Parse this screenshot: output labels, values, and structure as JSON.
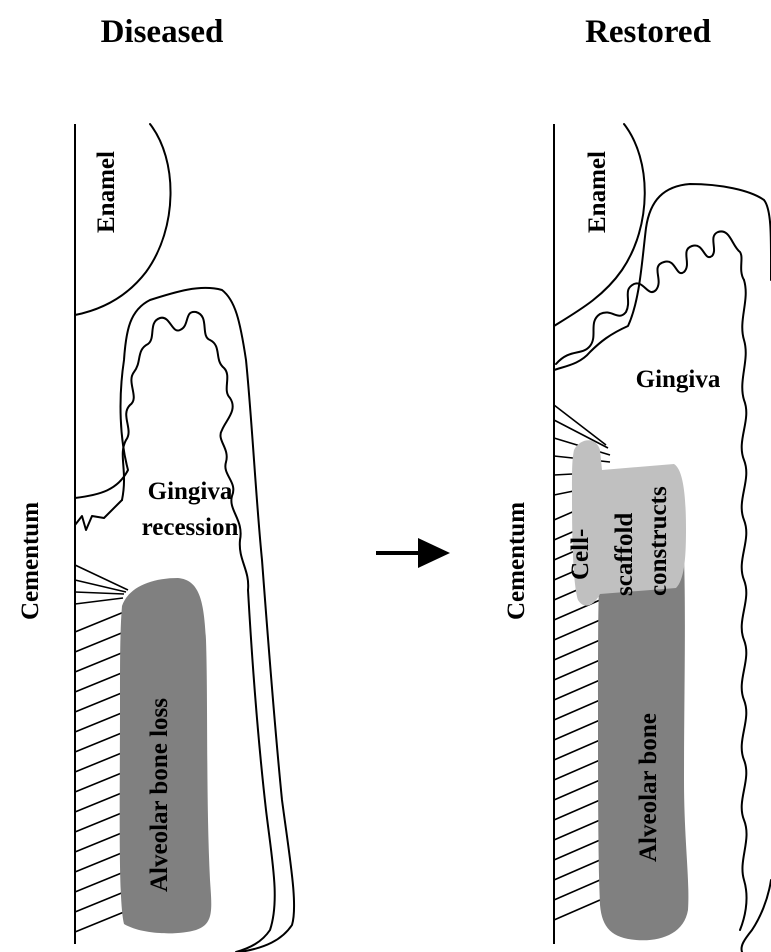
{
  "panels": {
    "left": {
      "title": "Diseased",
      "labels": {
        "enamel": "Enamel",
        "cementum": "Cementum",
        "gingiva": "Gingiva",
        "recession": "recession",
        "bone": "Alveolar bone loss"
      }
    },
    "right": {
      "title": "Restored",
      "labels": {
        "enamel": "Enamel",
        "cementum": "Cementum",
        "gingiva": "Gingiva",
        "construct_1": "Cell-",
        "construct_2": "scaffold",
        "construct_3": "constructs",
        "bone": "Alveolar bone"
      }
    }
  },
  "colors": {
    "bone": "#808080",
    "construct": "#c0c0c0",
    "line": "#000000",
    "background": "#ffffff"
  },
  "arrow": {
    "icon": "right-arrow-icon"
  }
}
